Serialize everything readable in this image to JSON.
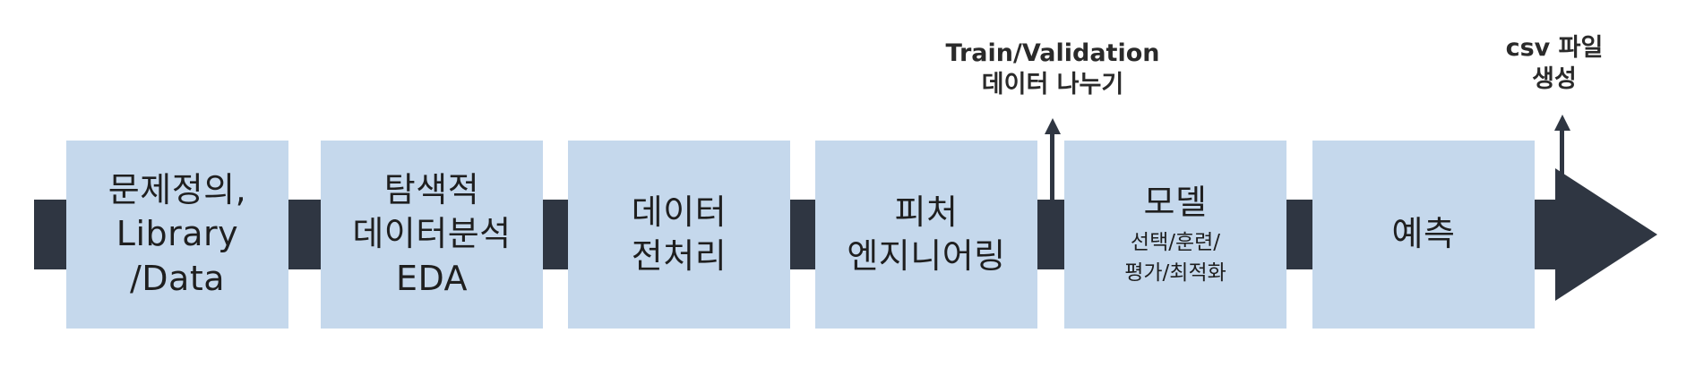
{
  "steps": [
    {
      "title": "문제정의,\nLibrary\n/Data",
      "subtitle": ""
    },
    {
      "title": "탐색적\n데이터분석\nEDA",
      "subtitle": ""
    },
    {
      "title": "데이터\n전처리",
      "subtitle": ""
    },
    {
      "title": "피처\n엔지니어링",
      "subtitle": ""
    },
    {
      "title": "모델",
      "subtitle": "선택/훈련/\n평가/최적화"
    },
    {
      "title": "예측",
      "subtitle": ""
    }
  ],
  "annotations": {
    "split": "Train/Validation\n데이터 나누기",
    "csv": "csv 파일\n생성"
  },
  "colors": {
    "bar": "#2f3642",
    "box": "#c5d8ec"
  }
}
